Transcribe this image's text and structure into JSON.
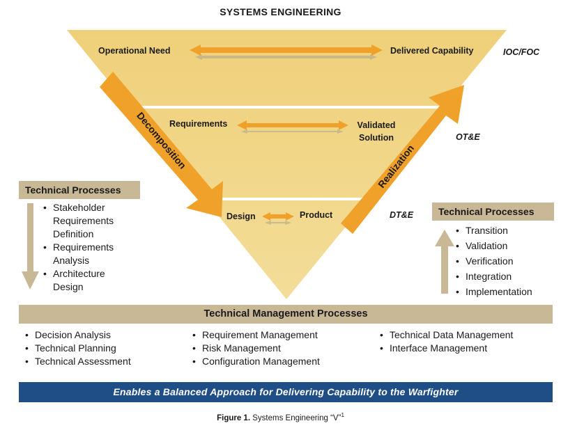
{
  "title": "SYSTEMS ENGINEERING",
  "vee": {
    "levels": [
      {
        "left": "Operational Need",
        "right": "Delivered Capability",
        "phase": "IOC/FOC"
      },
      {
        "left": "Requirements",
        "right": "Validated Solution",
        "phase": "OT&E"
      },
      {
        "left": "Design",
        "right": "Product",
        "phase": "DT&E"
      }
    ],
    "decomposition_label": "Decomposition",
    "realization_label": "Realization",
    "colors": {
      "fill": "#f0d27a",
      "fill_dark": "#e9c566",
      "arrow": "#f0a12a",
      "accent_bar": "#c8b896",
      "banner": "#1f4d86"
    }
  },
  "left_box": {
    "heading": "Technical Processes",
    "items": [
      "Stakeholder Requirements Definition",
      "Requirements Analysis",
      "Architecture Design"
    ]
  },
  "right_box": {
    "heading": "Technical Processes",
    "items": [
      "Transition",
      "Validation",
      "Verification",
      "Integration",
      "Implementation"
    ]
  },
  "management": {
    "heading": "Technical Management Processes",
    "columns": [
      [
        "Decision Analysis",
        "Technical Planning",
        "Technical Assessment"
      ],
      [
        "Requirement Management",
        "Risk Management",
        "Configuration Management"
      ],
      [
        "Technical Data Management",
        "Interface Management"
      ]
    ]
  },
  "banner": "Enables a Balanced Approach for Delivering Capability to the Warfighter",
  "caption": {
    "label": "Figure 1.",
    "text": "Systems Engineering “V”",
    "sup": "1"
  }
}
